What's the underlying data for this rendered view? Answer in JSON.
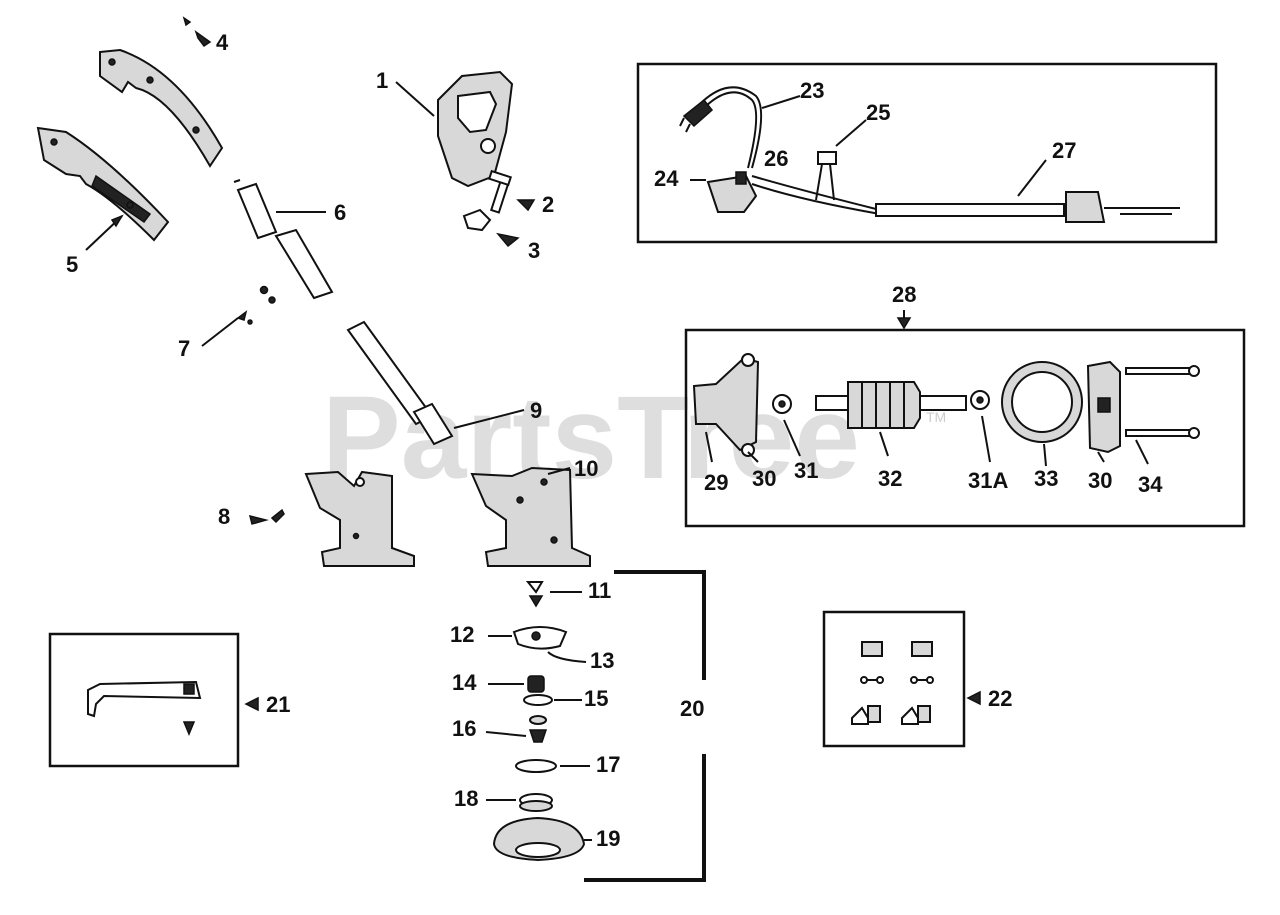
{
  "watermark": {
    "text": "PartsTree",
    "trademark": "TM"
  },
  "callouts": {
    "c1": "1",
    "c2": "2",
    "c3": "3",
    "c4": "4",
    "c5": "5",
    "c6": "6",
    "c7": "7",
    "c8": "8",
    "c9": "9",
    "c10": "10",
    "c11": "11",
    "c12": "12",
    "c13": "13",
    "c14": "14",
    "c15": "15",
    "c16": "16",
    "c17": "17",
    "c18": "18",
    "c19": "19",
    "c20": "20",
    "c21": "21",
    "c22": "22",
    "c23": "23",
    "c24": "24",
    "c25": "25",
    "c26": "26",
    "c27": "27",
    "c28": "28",
    "c29": "29",
    "c30a": "30",
    "c31": "31",
    "c32": "32",
    "c31a": "31A",
    "c33": "33",
    "c30b": "30",
    "c34": "34"
  }
}
